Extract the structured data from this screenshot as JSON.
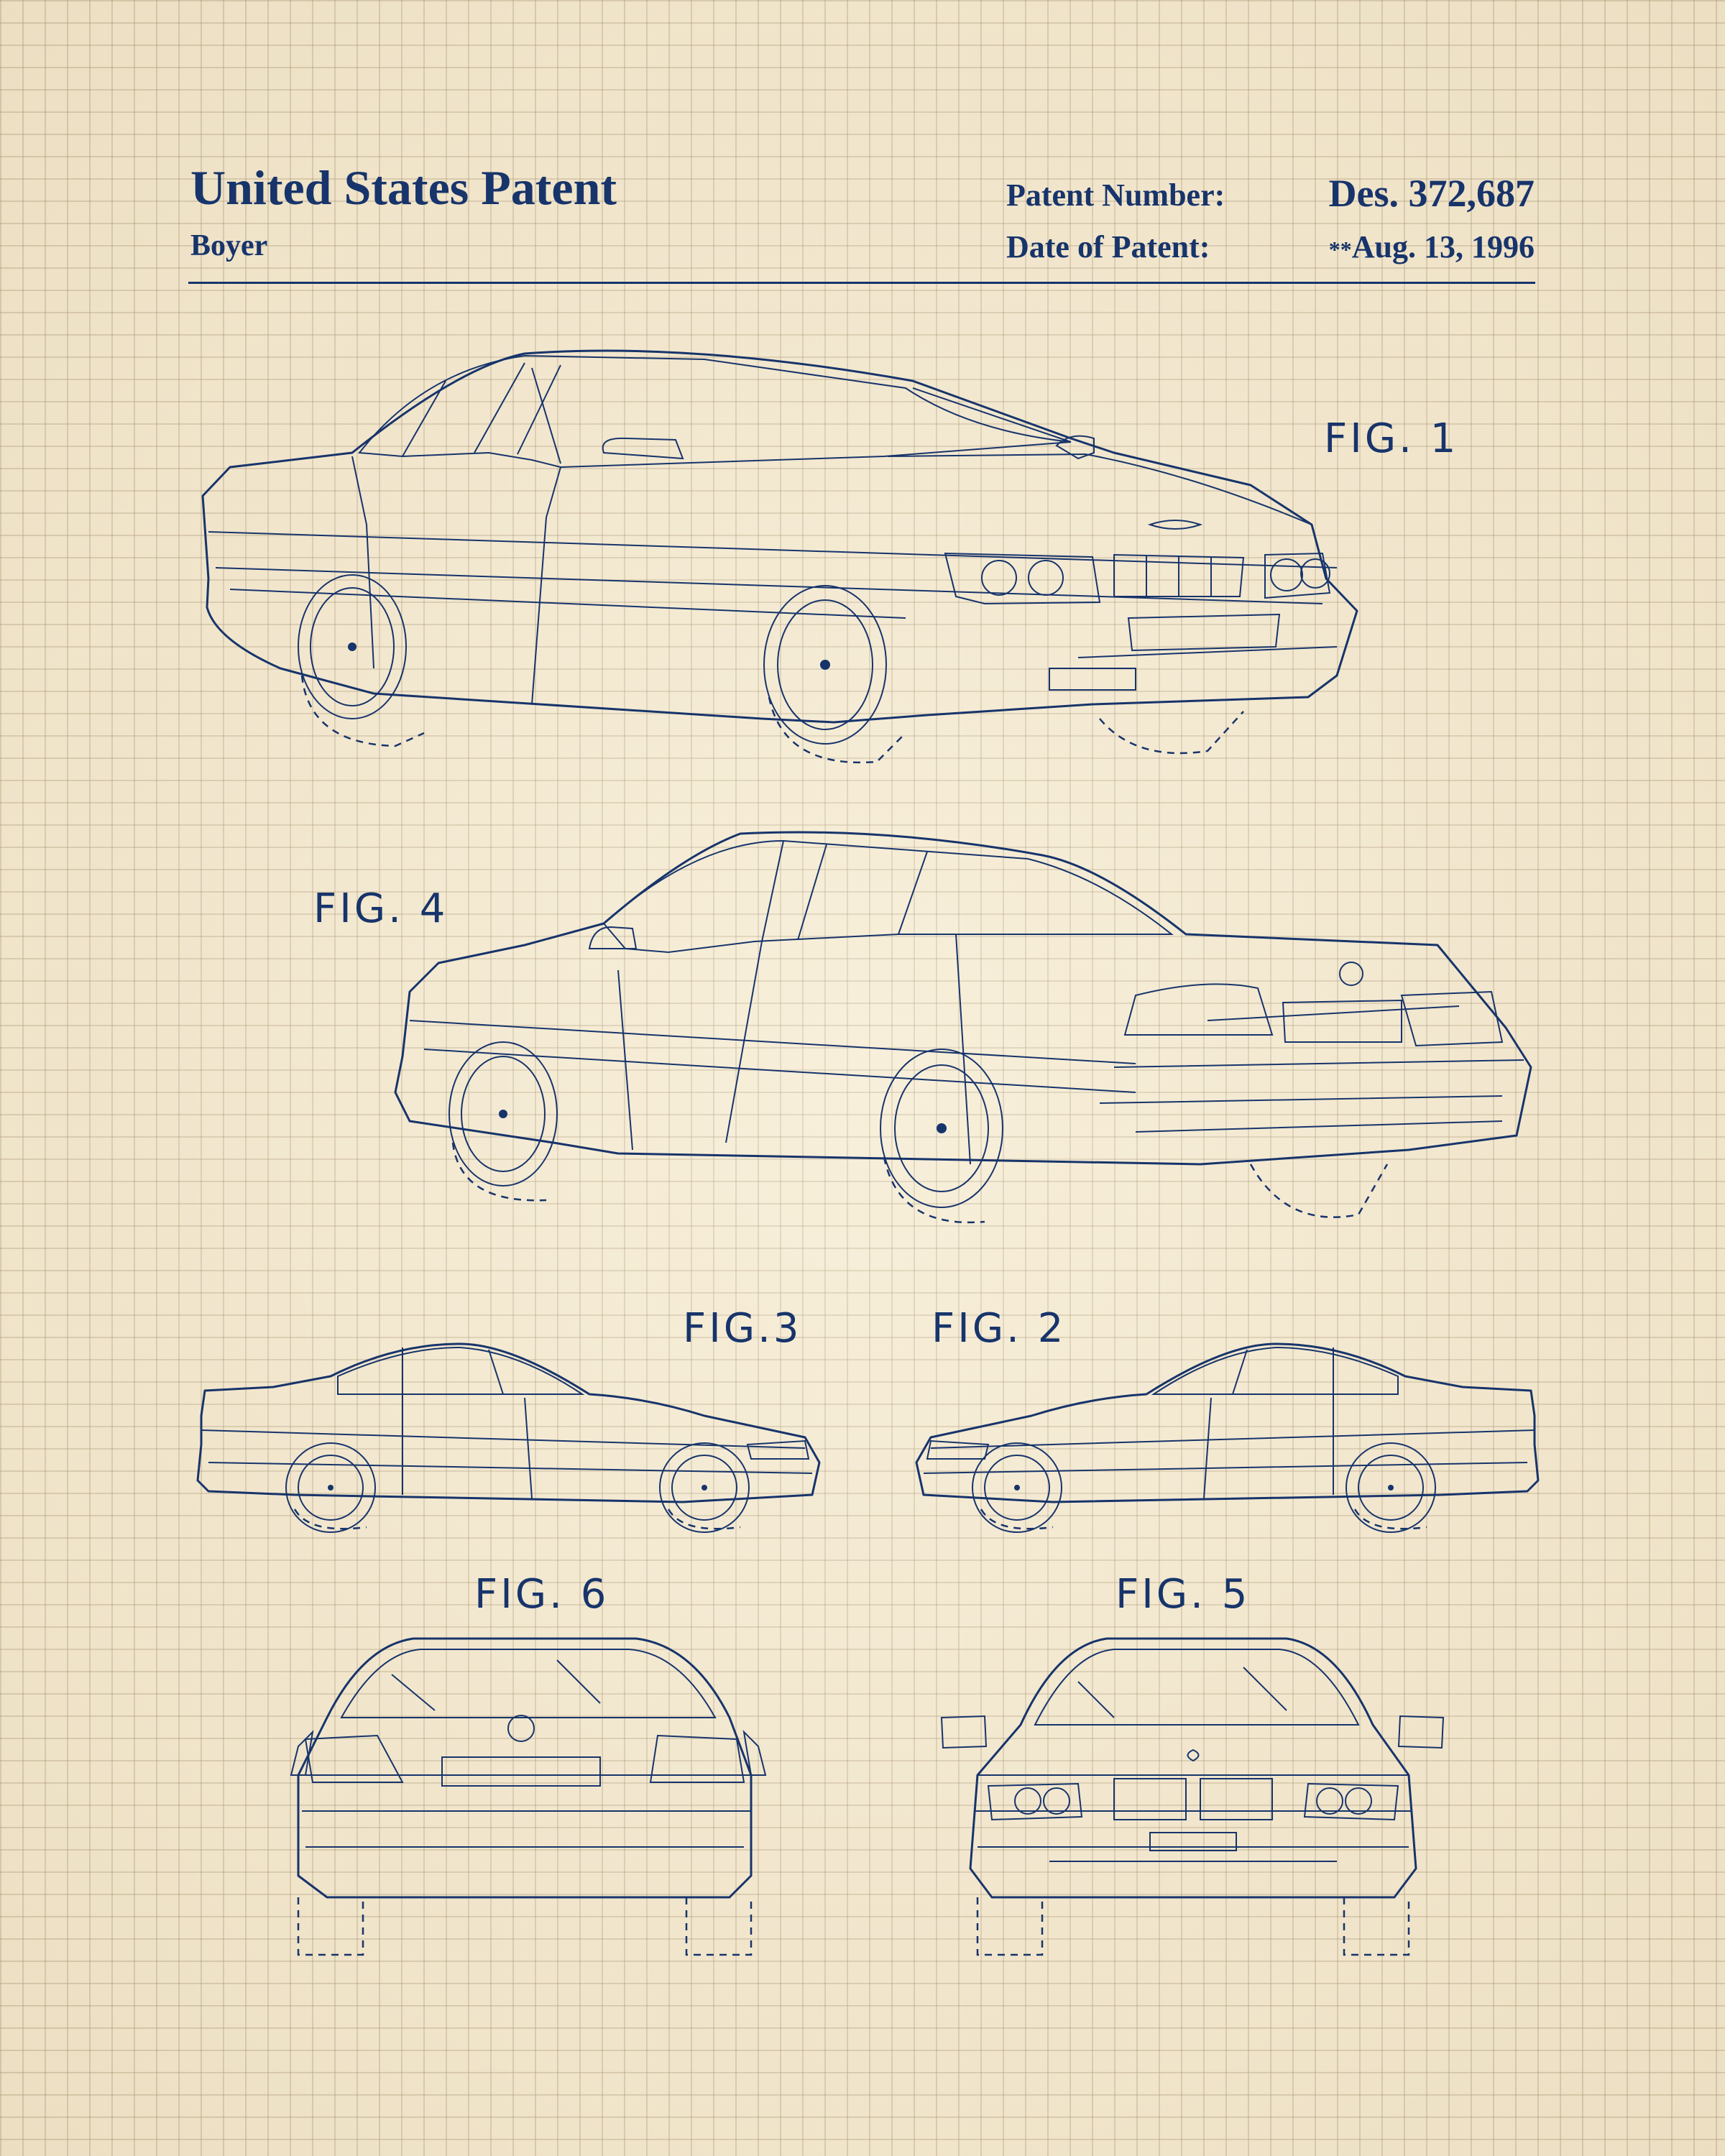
{
  "header": {
    "title": "United States Patent",
    "inventor": "Boyer",
    "patent_number_label": "Patent Number:",
    "patent_number": "Des. 372,687",
    "date_label": "Date of Patent:",
    "date_prefix": "**",
    "date": "Aug. 13, 1996"
  },
  "figures": [
    {
      "label": "FIG. 1",
      "view": "front three-quarter perspective"
    },
    {
      "label": "FIG. 4",
      "view": "rear three-quarter perspective"
    },
    {
      "label": "FIG.3",
      "view": "right side elevation"
    },
    {
      "label": "FIG. 2",
      "view": "left side elevation"
    },
    {
      "label": "FIG. 6",
      "view": "rear elevation"
    },
    {
      "label": "FIG. 5",
      "view": "front elevation"
    }
  ],
  "colors": {
    "paper": "#f4ead2",
    "grid": "#968264",
    "ink": "#17346b"
  }
}
